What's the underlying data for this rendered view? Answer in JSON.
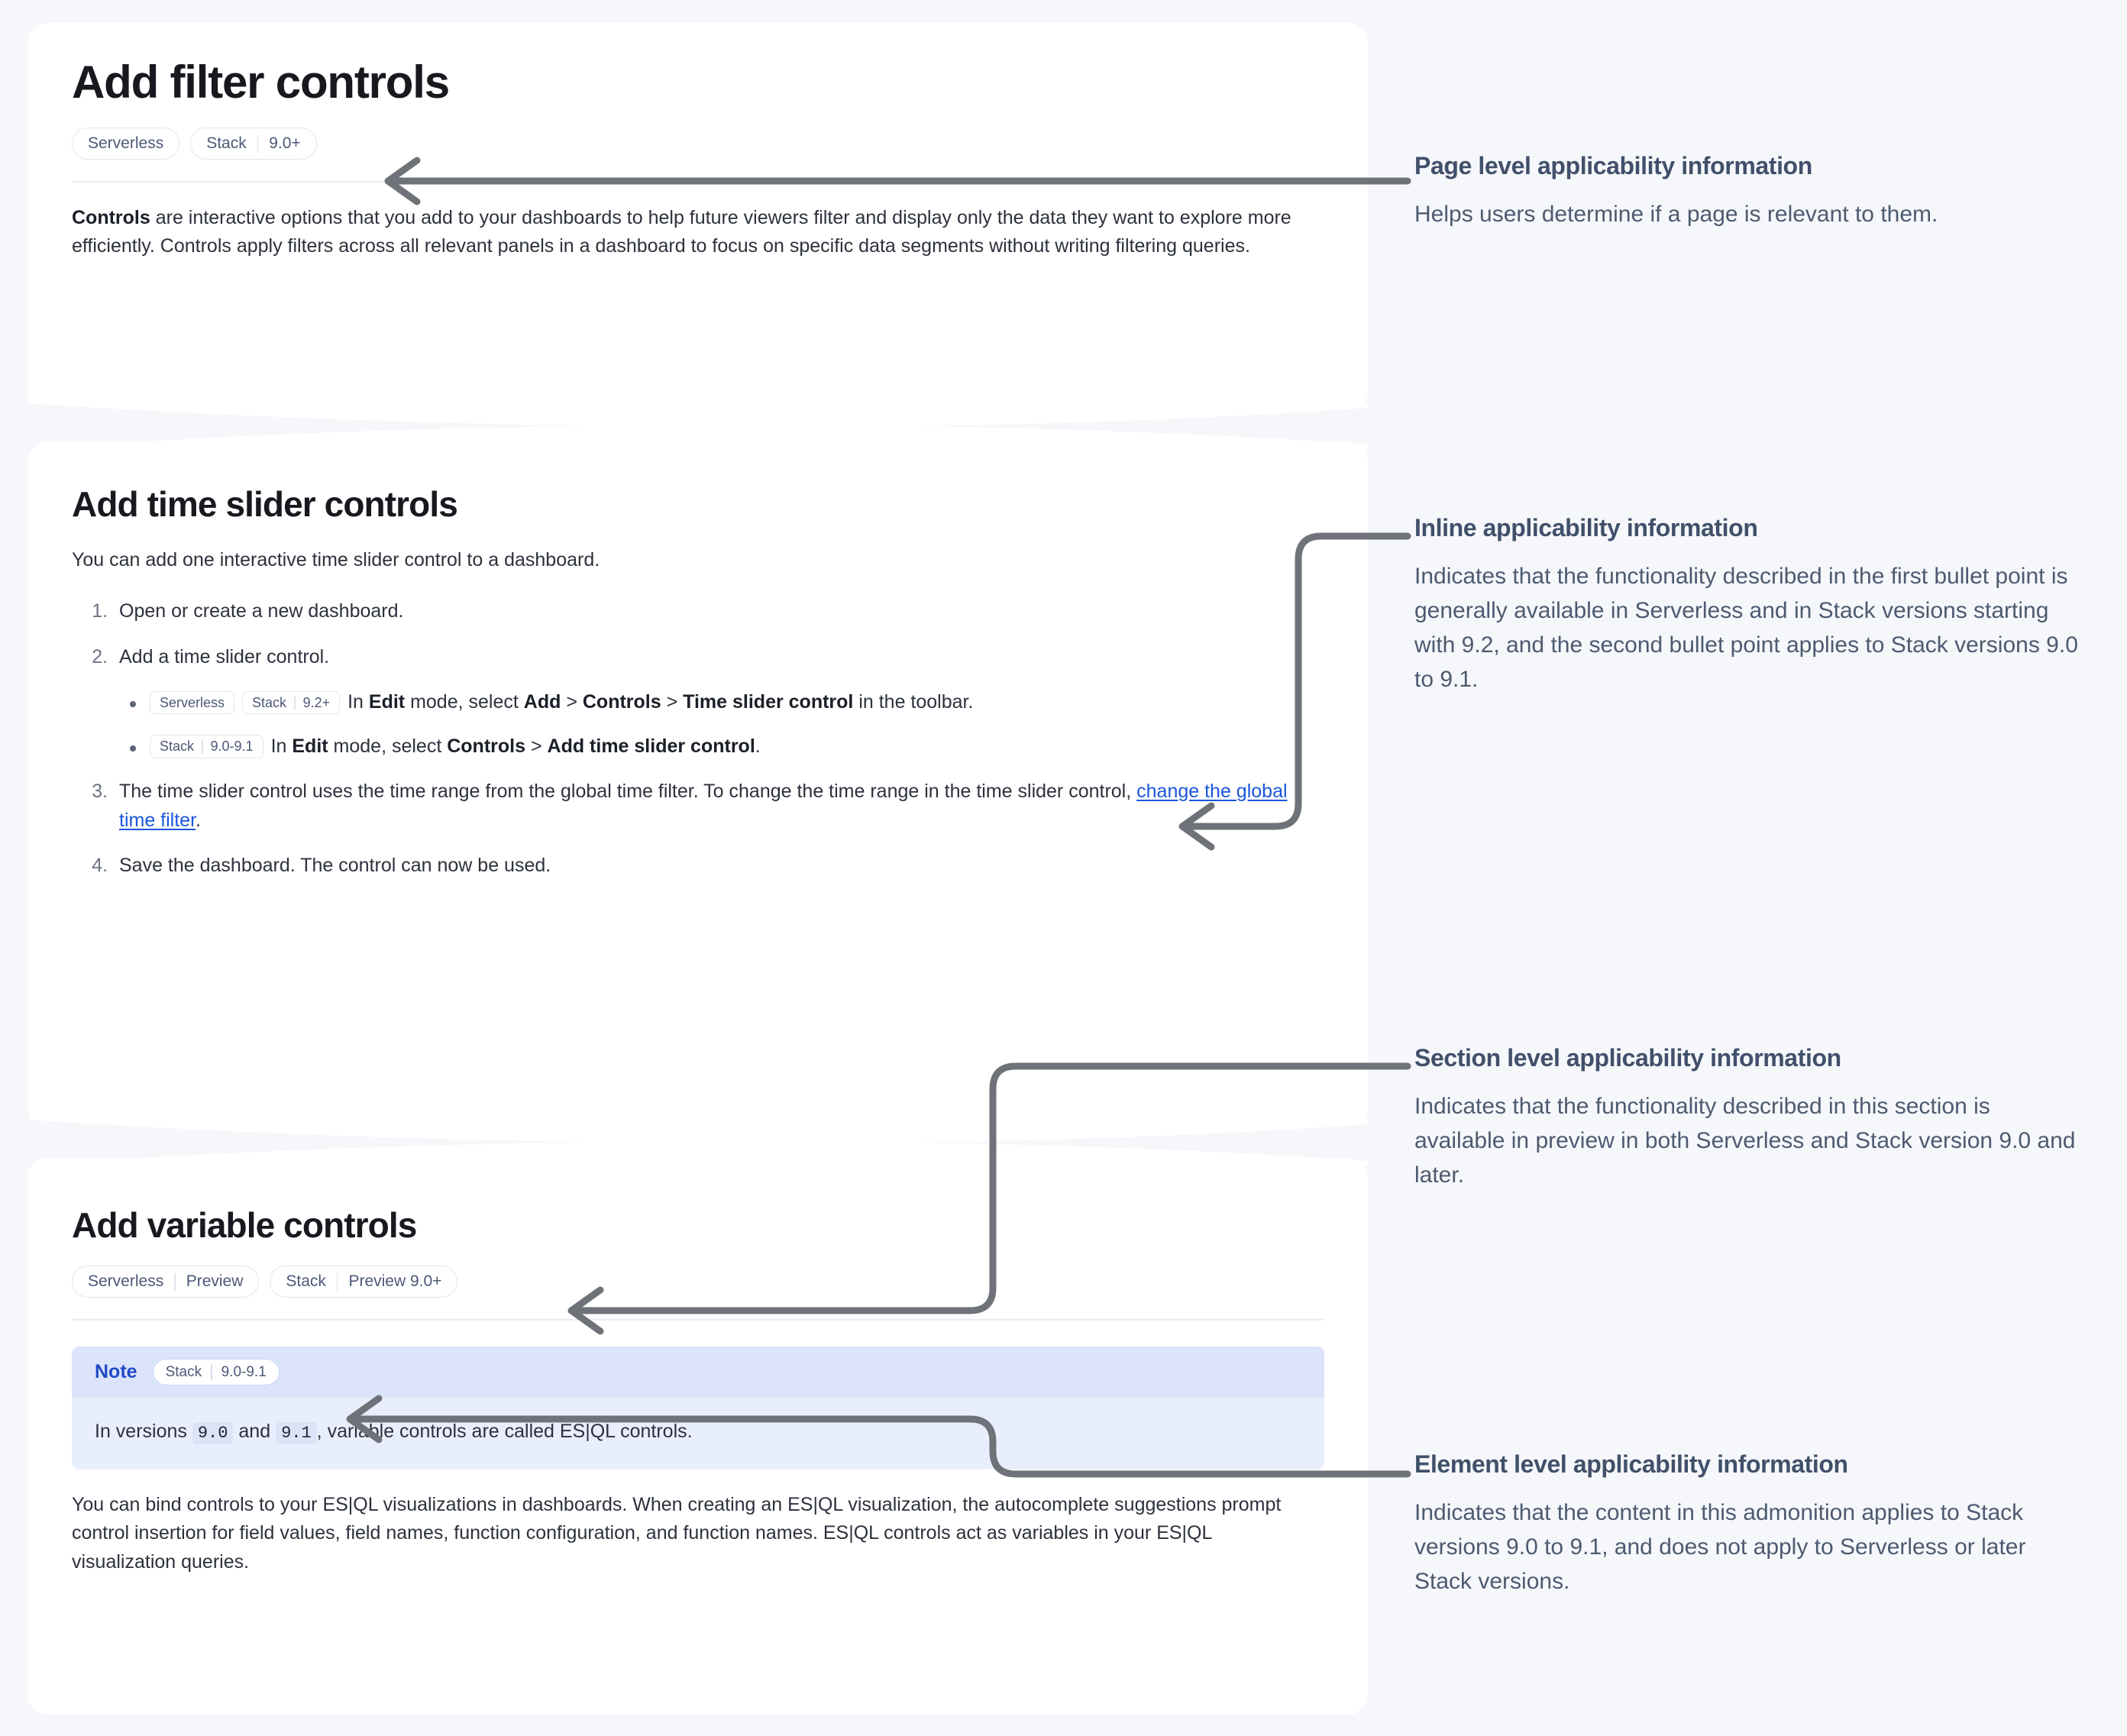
{
  "page": {
    "title": "Add filter controls",
    "badges": [
      {
        "segments": [
          "Serverless"
        ]
      },
      {
        "segments": [
          "Stack",
          "9.0+"
        ]
      }
    ],
    "intro_lead": "Controls",
    "intro_rest": " are interactive options that you add to your dashboards to help future viewers filter and display only the data they want to explore more efficiently. Controls apply filters across all relevant panels in a dashboard to focus on specific data segments without writing filtering queries."
  },
  "time_slider_section": {
    "title": "Add time slider controls",
    "intro": "You can add one interactive time slider control to a dashboard.",
    "steps": [
      {
        "text": "Open or create a new dashboard."
      },
      {
        "text": "Add a time slider control."
      },
      {
        "text": "The time slider control uses the time range from the global time filter. To change the time range in the time slider control, "
      },
      {
        "text": "Save the dashboard. The control can now be used."
      }
    ],
    "step3_link": "change the global time filter",
    "step3_tail": ".",
    "bullets": [
      {
        "badges": [
          {
            "segments": [
              "Serverless"
            ]
          },
          {
            "segments": [
              "Stack",
              "9.2+"
            ]
          }
        ],
        "pre": "In ",
        "b1": "Edit",
        "mid1": " mode, select ",
        "b2": "Add",
        "sep1": " > ",
        "b3": "Controls",
        "sep2": " > ",
        "b4": "Time slider control",
        "tail": " in the toolbar."
      },
      {
        "badges": [
          {
            "segments": [
              "Stack",
              "9.0-9.1"
            ]
          }
        ],
        "pre": "In ",
        "b1": "Edit",
        "mid1": " mode, select ",
        "b2": "Controls",
        "sep1": " > ",
        "b3": "Add time slider control",
        "sep2": "",
        "b4": "",
        "tail": "."
      }
    ]
  },
  "variable_section": {
    "title": "Add variable controls",
    "badges": [
      {
        "segments": [
          "Serverless",
          "Preview"
        ]
      },
      {
        "segments": [
          "Stack",
          "Preview 9.0+"
        ]
      }
    ],
    "note": {
      "label": "Note",
      "badges": [
        {
          "segments": [
            "Stack",
            "9.0-9.1"
          ]
        }
      ],
      "body_pre": "In versions ",
      "code1": "9.0",
      "body_mid": " and ",
      "code2": "9.1",
      "body_tail": ", variable controls are called ES|QL controls."
    },
    "paragraph": "You can bind controls to your ES|QL visualizations in dashboards. When creating an ES|QL visualization, the autocomplete suggestions prompt control insertion for field values, field names, function configuration, and function names. ES|QL controls act as variables in your ES|QL visualization queries."
  },
  "annotations": [
    {
      "heading": "Page level applicability information",
      "body": "Helps users determine if a page is relevant to them."
    },
    {
      "heading": "Inline applicability information",
      "body": "Indicates that the functionality described in the first bullet point is generally available in Serverless and in Stack versions starting with 9.2, and the second bullet point applies to Stack versions 9.0 to 9.1."
    },
    {
      "heading": "Section level applicability information",
      "body": "Indicates that the functionality described in this section is available in preview in both Serverless and Stack version 9.0 and later."
    },
    {
      "heading": "Element level applicability information",
      "body": "Indicates that the content in this admonition applies to Stack versions 9.0 to 9.1, and does not apply to Serverless or later Stack versions."
    }
  ],
  "colors": {
    "page_bg": "#f5f7fb",
    "card_bg": "#ffffff",
    "badge_text": "#4d5878",
    "link": "#1a56db",
    "note_header_bg": "#dbe4fb",
    "note_body_bg": "#e9eefc",
    "note_label": "#2148c6",
    "annotation_heading": "#41506a",
    "connector": "#6f7379"
  }
}
